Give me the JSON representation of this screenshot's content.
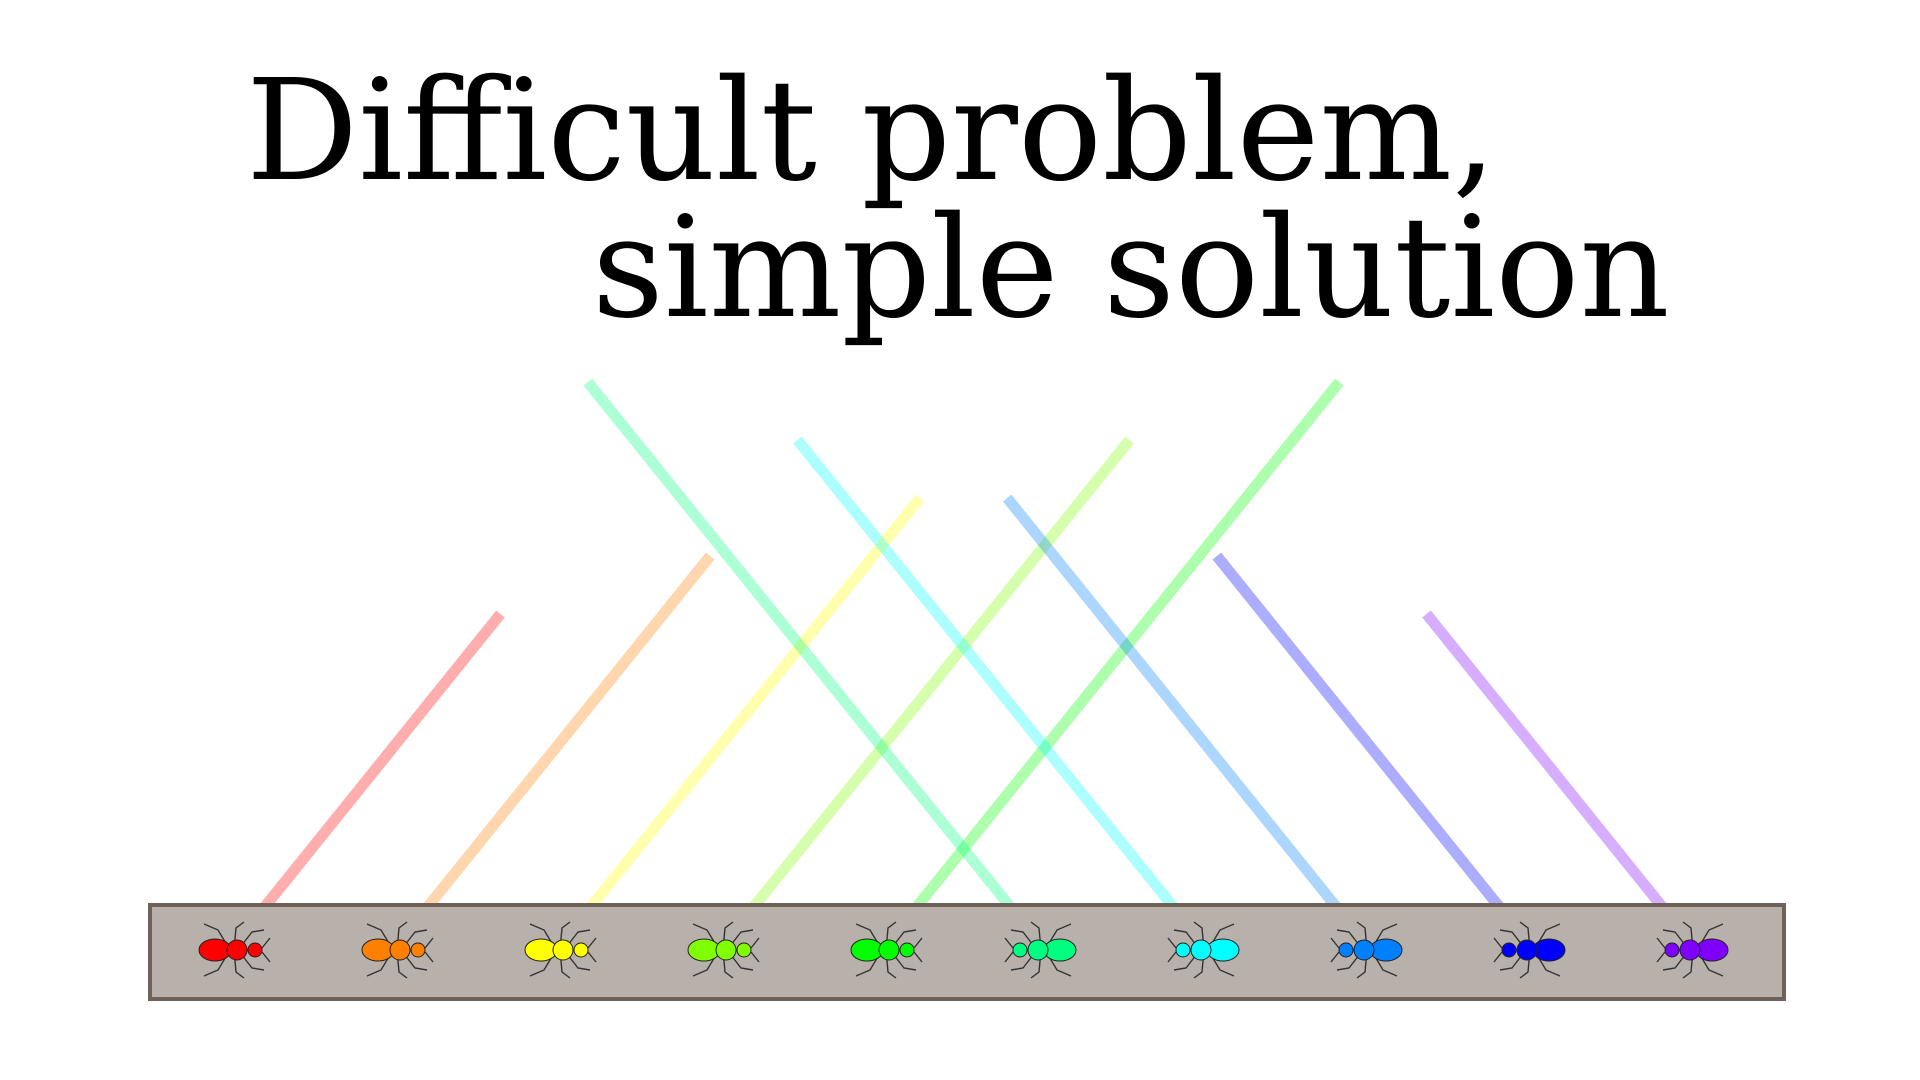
{
  "title": {
    "line1": "Difficult problem,",
    "line2": "simple solution"
  },
  "colors": {
    "bar_fill": "#b8b0ab",
    "bar_stroke": "#6f6158",
    "leg": "#333333"
  },
  "ants": [
    {
      "name": "red-ant",
      "color": "#ff0000",
      "facing": "right"
    },
    {
      "name": "orange-ant",
      "color": "#ff7f00",
      "facing": "right"
    },
    {
      "name": "yellow-ant",
      "color": "#ffff00",
      "facing": "right"
    },
    {
      "name": "chartreuse-ant",
      "color": "#80ff00",
      "facing": "right"
    },
    {
      "name": "green-ant",
      "color": "#00ff00",
      "facing": "right"
    },
    {
      "name": "spring-green-ant",
      "color": "#00ff80",
      "facing": "left"
    },
    {
      "name": "cyan-ant",
      "color": "#00ffff",
      "facing": "left"
    },
    {
      "name": "azure-ant",
      "color": "#0080ff",
      "facing": "left"
    },
    {
      "name": "blue-ant",
      "color": "#0000ff",
      "facing": "left"
    },
    {
      "name": "violet-ant",
      "color": "#8000ff",
      "facing": "left"
    }
  ]
}
